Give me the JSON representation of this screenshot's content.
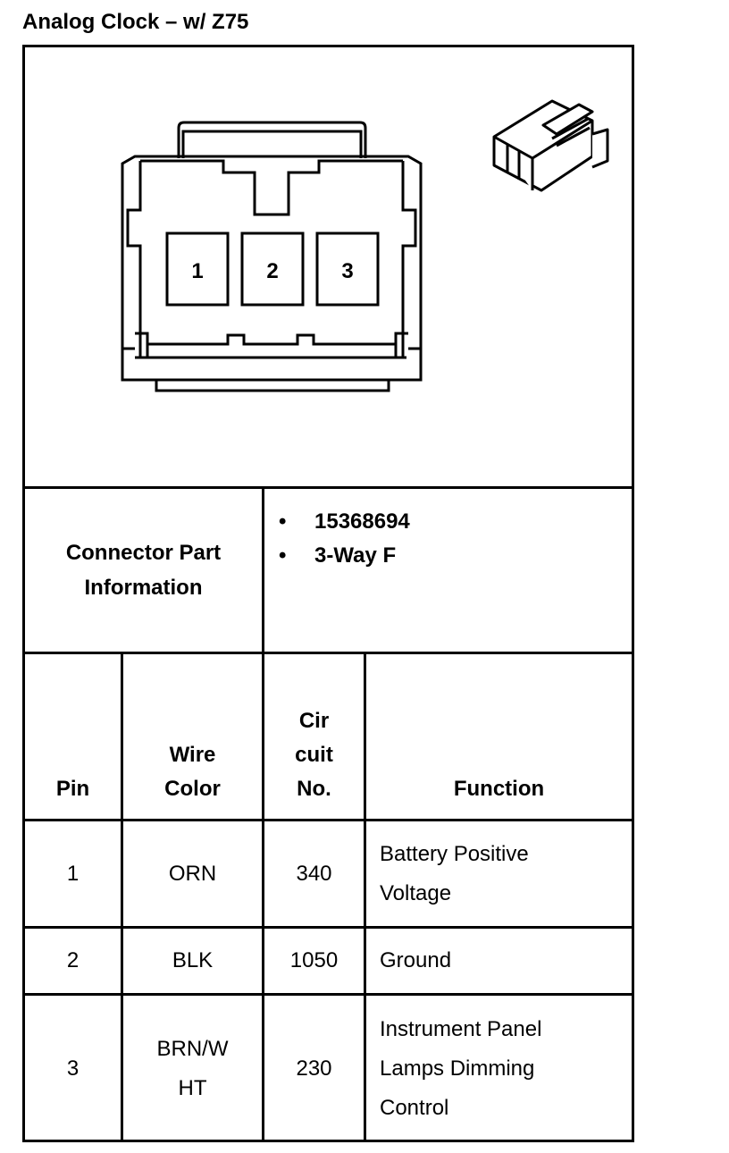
{
  "title": "Analog Clock – w/ Z75",
  "connector": {
    "cavities": [
      "1",
      "2",
      "3"
    ]
  },
  "part_info": {
    "label": "Connector Part Information",
    "items": [
      "15368694",
      "3-Way F"
    ]
  },
  "table": {
    "headers": {
      "pin": "Pin",
      "wire_color_line1": "Wire",
      "wire_color_line2": "Color",
      "circuit_line1": "Cir",
      "circuit_line2": "cuit",
      "circuit_line3": "No.",
      "function": "Function"
    },
    "rows": [
      {
        "pin": "1",
        "wire_line1": "ORN",
        "wire_line2": "",
        "circuit": "340",
        "function_lines": [
          "Battery Positive",
          "Voltage"
        ]
      },
      {
        "pin": "2",
        "wire_line1": "BLK",
        "wire_line2": "",
        "circuit": "1050",
        "function_lines": [
          "Ground"
        ]
      },
      {
        "pin": "3",
        "wire_line1": "BRN/W",
        "wire_line2": "HT",
        "circuit": "230",
        "function_lines": [
          "Instrument Panel",
          "Lamps Dimming",
          "Control"
        ]
      }
    ]
  }
}
